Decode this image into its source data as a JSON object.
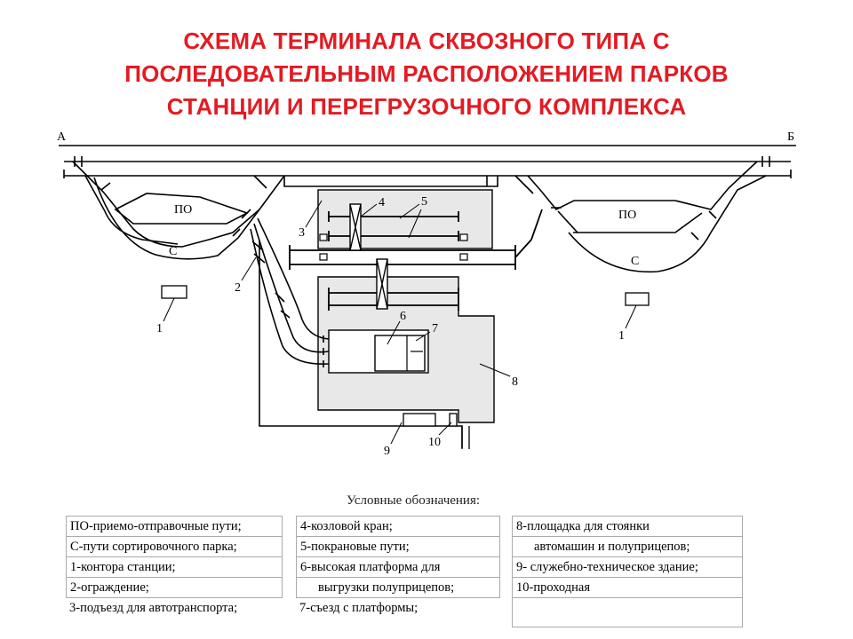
{
  "title": {
    "line1": "СХЕМА ТЕРМИНАЛА СКВОЗНОГО ТИПА С",
    "line2": "ПОСЛЕДОВАТЕЛЬНЫМ РАСПОЛОЖЕНИЕМ  ПАРКОВ",
    "line3": "СТАНЦИИ И ПЕРЕГРУЗОЧНОГО КОМПЛЕКСА"
  },
  "labels": {
    "a": "А",
    "b": "Б",
    "po": "ПО",
    "c": "С",
    "n1": "1",
    "n2": "2",
    "n3": "3",
    "n4": "4",
    "n5": "5",
    "n6": "6",
    "n7": "7",
    "n8": "8",
    "n9": "9",
    "n10": "10"
  },
  "colors": {
    "title": "#e31b23",
    "line": "#000000",
    "area_fill": "#e8e8e8"
  },
  "legend": {
    "caption": "Условные обозначения:",
    "col1": [
      "ПО-приемо-отправочные пути;",
      "С-пути сортировочного парка;",
      "1-контора станции;",
      "2-ограждение;",
      "3-подъезд для автотранспорта;"
    ],
    "col2": [
      "4-козловой кран;",
      "5-покрановые пути;",
      "6-высокая платформа для",
      "выгрузки полуприцепов;",
      "7-съезд с платформы;"
    ],
    "col3": [
      "8-площадка для стоянки",
      "автомашин и полуприцепов;",
      "9- служебно-техническое здание;",
      "10-проходная",
      ""
    ]
  }
}
